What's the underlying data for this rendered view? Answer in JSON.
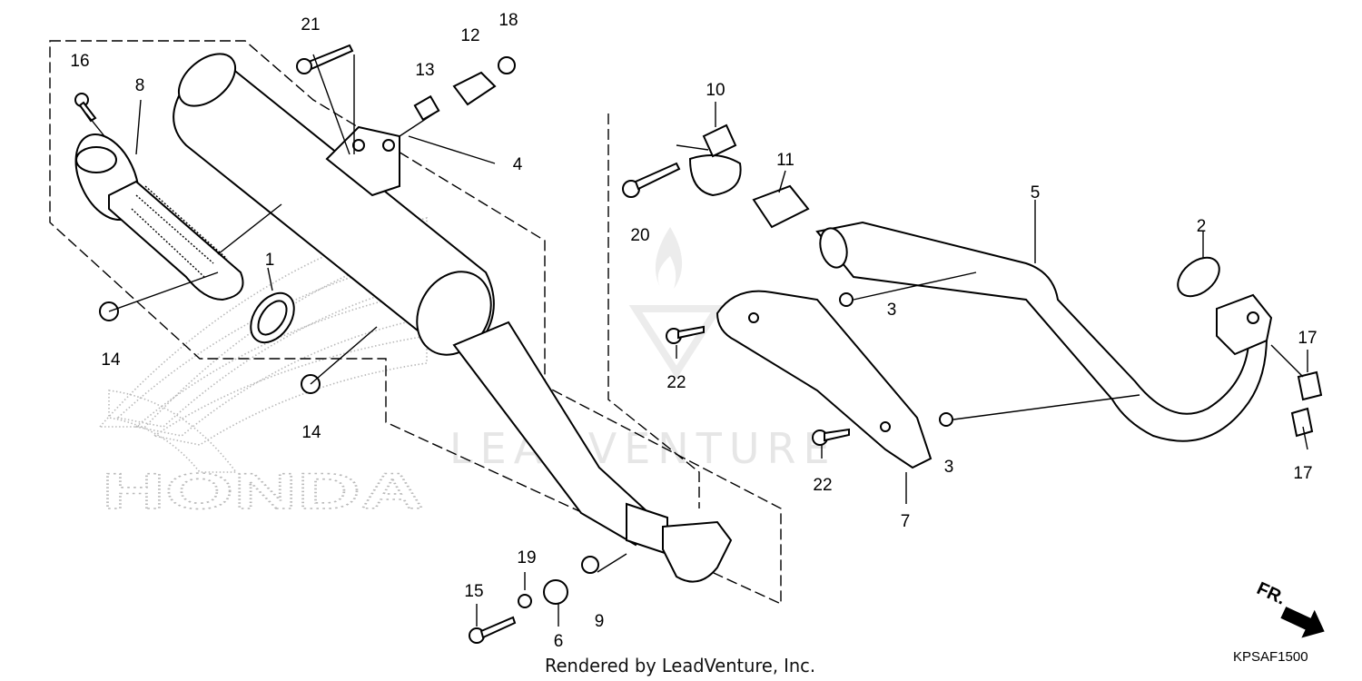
{
  "diagram": {
    "brand_text": "HONDA",
    "watermark_text": "LEADVENTURE",
    "footer_text": "Rendered by LeadVenture, Inc.",
    "diagram_code": "KPSAF1500",
    "front_indicator": "FR.",
    "callouts": [
      {
        "id": "c1",
        "label": "1"
      },
      {
        "id": "c2",
        "label": "2"
      },
      {
        "id": "c3a",
        "label": "3"
      },
      {
        "id": "c3b",
        "label": "3"
      },
      {
        "id": "c4",
        "label": "4"
      },
      {
        "id": "c5",
        "label": "5"
      },
      {
        "id": "c6",
        "label": "6"
      },
      {
        "id": "c7",
        "label": "7"
      },
      {
        "id": "c8",
        "label": "8"
      },
      {
        "id": "c9",
        "label": "9"
      },
      {
        "id": "c10",
        "label": "10"
      },
      {
        "id": "c11",
        "label": "11"
      },
      {
        "id": "c12",
        "label": "12"
      },
      {
        "id": "c13",
        "label": "13"
      },
      {
        "id": "c14a",
        "label": "14"
      },
      {
        "id": "c14b",
        "label": "14"
      },
      {
        "id": "c15",
        "label": "15"
      },
      {
        "id": "c16",
        "label": "16"
      },
      {
        "id": "c17a",
        "label": "17"
      },
      {
        "id": "c17b",
        "label": "17"
      },
      {
        "id": "c18",
        "label": "18"
      },
      {
        "id": "c19",
        "label": "19"
      },
      {
        "id": "c20",
        "label": "20"
      },
      {
        "id": "c21",
        "label": "21"
      },
      {
        "id": "c22a",
        "label": "22"
      },
      {
        "id": "c22b",
        "label": "22"
      }
    ]
  }
}
